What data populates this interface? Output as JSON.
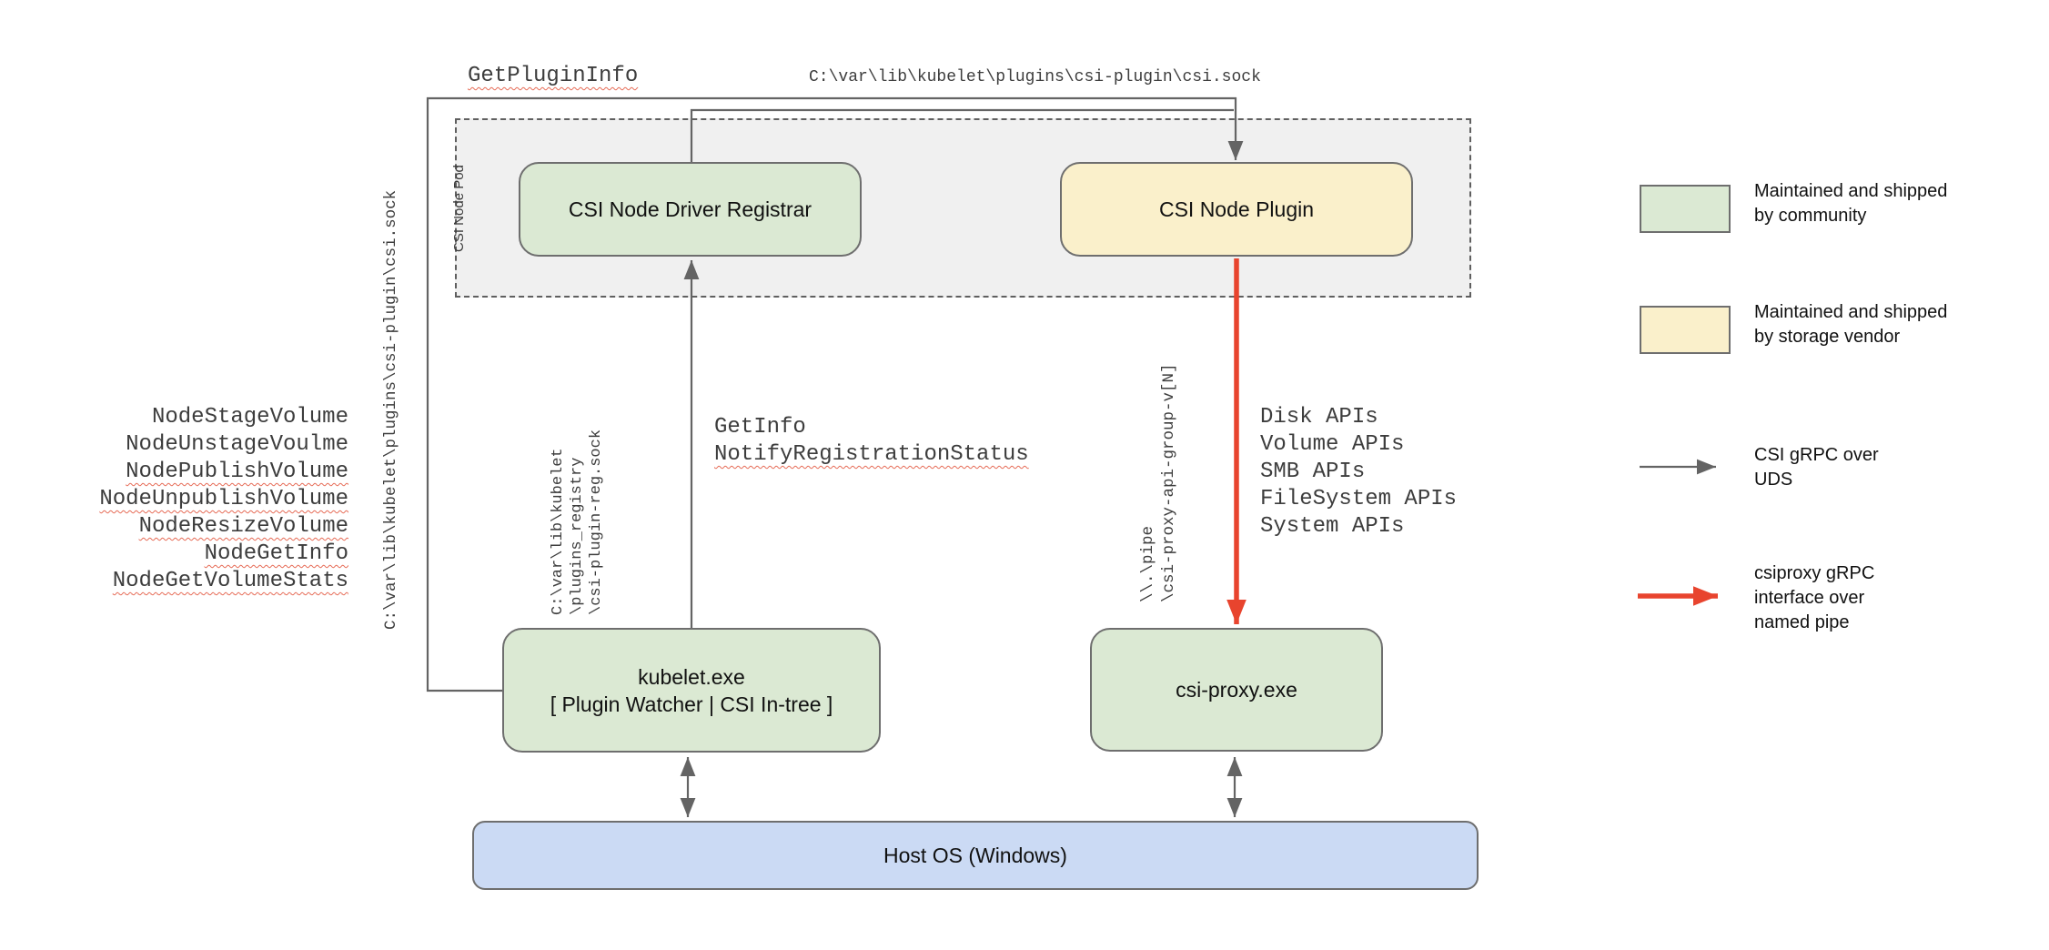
{
  "diagram": {
    "pod": {
      "label": "CSI Node Pod"
    },
    "nodes": {
      "registrar": "CSI Node Driver Registrar",
      "plugin": "CSI Node Plugin",
      "kubelet": [
        "kubelet.exe",
        "[ Plugin Watcher | CSI In-tree ]"
      ],
      "csiproxy": "csi-proxy.exe",
      "hostos": "Host OS (Windows)"
    },
    "edge_labels": {
      "get_plugin_info": "GetPluginInfo",
      "csi_sock_top": "C:\\var\\lib\\kubelet\\plugins\\csi-plugin\\csi.sock",
      "csi_sock_left": "C:\\var\\lib\\kubelet\\plugins\\csi-plugin\\csi.sock",
      "node_calls": [
        "NodeStageVolume",
        "NodeUnstageVoulme",
        "NodePublishVolume",
        "NodeUnpublishVolume",
        "NodeResizeVolume",
        "NodeGetInfo",
        "NodeGetVolumeStats"
      ],
      "reg_sock": [
        "C:\\var\\lib\\kubelet",
        "\\plugins_registry",
        "\\csi-plugin-reg.sock"
      ],
      "get_info": "GetInfo",
      "notify_registration_status": "NotifyRegistrationStatus",
      "named_pipe": [
        "\\\\.\\pipe",
        "\\csi-proxy-api-group-v[N]"
      ],
      "api_groups": [
        "Disk APIs",
        "Volume APIs",
        "SMB APIs",
        "FileSystem APIs",
        "System APIs"
      ]
    },
    "legend": {
      "community": "Maintained and shipped by community",
      "vendor": "Maintained and shipped by storage vendor",
      "uds": "CSI gRPC over UDS",
      "pipe": "csiproxy gRPC interface over named pipe"
    },
    "colors": {
      "community_green": "#dbe9d3",
      "vendor_yellow": "#faf0cb",
      "host_blue": "#cbdaf4",
      "pod_gray": "#f0f0f0",
      "line_gray": "#646464",
      "pipe_red": "#e8442e",
      "squiggle_red": "#e66a55"
    }
  }
}
